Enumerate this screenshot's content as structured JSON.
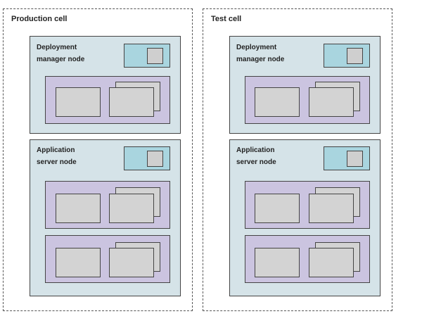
{
  "colors": {
    "cell_border": "#555555",
    "node_fill": "#d5e3e8",
    "agent_fill": "#a9d5df",
    "group_fill": "#cbc4e0",
    "box_fill": "#d3d3d3"
  },
  "cells": [
    {
      "title": "Production cell",
      "deployment_node": {
        "label_line1": "Deployment",
        "label_line2": "manager node"
      },
      "application_node": {
        "label_line1": "Application",
        "label_line2": "server node"
      }
    },
    {
      "title": "Test cell",
      "deployment_node": {
        "label_line1": "Deployment",
        "label_line2": "manager node"
      },
      "application_node": {
        "label_line1": "Application",
        "label_line2": "server node"
      }
    }
  ]
}
